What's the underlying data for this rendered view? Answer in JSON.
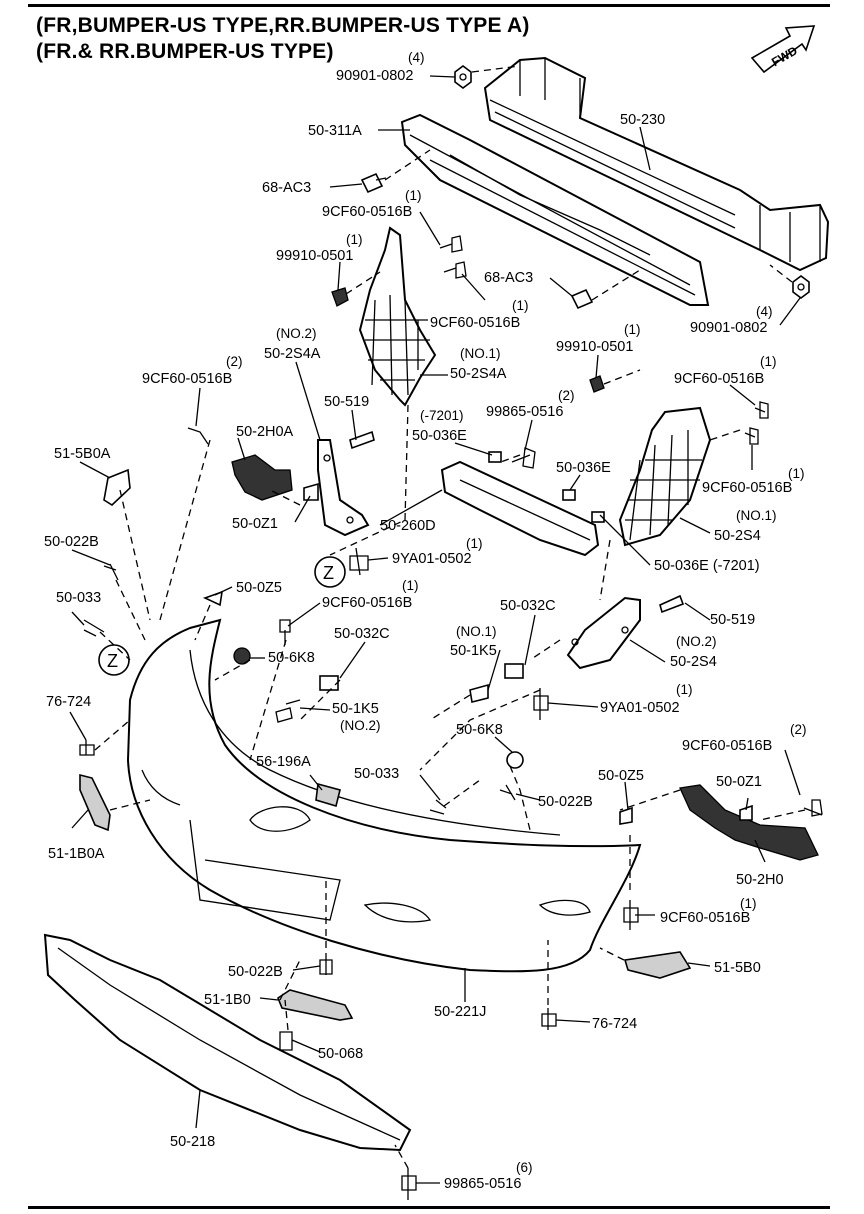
{
  "title": {
    "line1": "(FR,BUMPER-US TYPE,RR.BUMPER-US TYPE A)",
    "line2": "(FR.& RR.BUMPER-US TYPE)"
  },
  "fwd_label": "FWD",
  "z_marker": "Z",
  "labels": {
    "p_90901_0802_a": "90901-0802",
    "q_90901_0802_a": "(4)",
    "p_50_311a": "50-311A",
    "p_50_230": "50-230",
    "p_68_ac3_a": "68-AC3",
    "p_9cf60_a": "9CF60-0516B",
    "q_9cf60_a": "(1)",
    "p_99910_a": "99910-0501",
    "q_99910_a": "(1)",
    "p_68_ac3_b": "68-AC3",
    "p_9cf60_b": "9CF60-0516B",
    "q_9cf60_b": "(1)",
    "p_90901_0802_b": "90901-0802",
    "q_90901_0802_b": "(4)",
    "n_no2_a": "(NO.2)",
    "p_50_2s4a_a": "50-2S4A",
    "n_no1_a": "(NO.1)",
    "p_50_2s4a_b": "50-2S4A",
    "p_99910_b": "99910-0501",
    "q_99910_b": "(1)",
    "p_9cf60_c": "9CF60-0516B",
    "q_9cf60_c": "(2)",
    "p_50_519_a": "50-519",
    "n_7201_a": "(-7201)",
    "p_50_036e_a": "50-036E",
    "p_99865_a": "99865-0516",
    "q_99865_a": "(2)",
    "p_9cf60_d": "9CF60-0516B",
    "q_9cf60_d": "(1)",
    "p_51_5b0a": "51-5B0A",
    "p_50_2h0a": "50-2H0A",
    "p_50_036e_b": "50-036E",
    "p_9cf60_e": "9CF60-0516B",
    "q_9cf60_e": "(1)",
    "p_50_0z1_a": "50-0Z1",
    "p_50_260d": "50-260D",
    "n_no1_b": "(NO.1)",
    "p_50_2s4_a": "50-2S4",
    "p_50_022b_a": "50-022B",
    "p_9ya01_a": "9YA01-0502",
    "q_9ya01_a": "(1)",
    "p_50_036e_c": "50-036E (-7201)",
    "p_50_0z5_a": "50-0Z5",
    "p_9cf60_f": "9CF60-0516B",
    "q_9cf60_f": "(1)",
    "p_50_033_a": "50-033",
    "p_50_032c_a": "50-032C",
    "p_50_519_b": "50-519",
    "p_50_6k8_a": "50-6K8",
    "p_50_032c_b": "50-032C",
    "n_no1_c": "(NO.1)",
    "p_50_1k5_a": "50-1K5",
    "n_no2_b": "(NO.2)",
    "p_50_2s4_b": "50-2S4",
    "p_76_724_a": "76-724",
    "p_50_1k5_b": "50-1K5",
    "n_no2_c": "(NO.2)",
    "p_9ya01_b": "9YA01-0502",
    "q_9ya01_b": "(1)",
    "p_50_6k8_b": "50-6K8",
    "p_56_196a": "56-196A",
    "p_9cf60_g": "9CF60-0516B",
    "q_9cf60_g": "(2)",
    "p_50_033_b": "50-033",
    "p_50_0z5_b": "50-0Z5",
    "p_50_0z1_b": "50-0Z1",
    "p_50_022b_b": "50-022B",
    "p_51_1b0a": "51-1B0A",
    "p_50_2h0": "50-2H0",
    "p_9cf60_h": "9CF60-0516B",
    "q_9cf60_h": "(1)",
    "p_50_022b_c": "50-022B",
    "p_51_5b0": "51-5B0",
    "p_51_1b0": "51-1B0",
    "p_50_221j": "50-221J",
    "p_76_724_b": "76-724",
    "p_50_068": "50-068",
    "p_50_218": "50-218",
    "p_99865_b": "99865-0516",
    "q_99865_b": "(6)"
  }
}
